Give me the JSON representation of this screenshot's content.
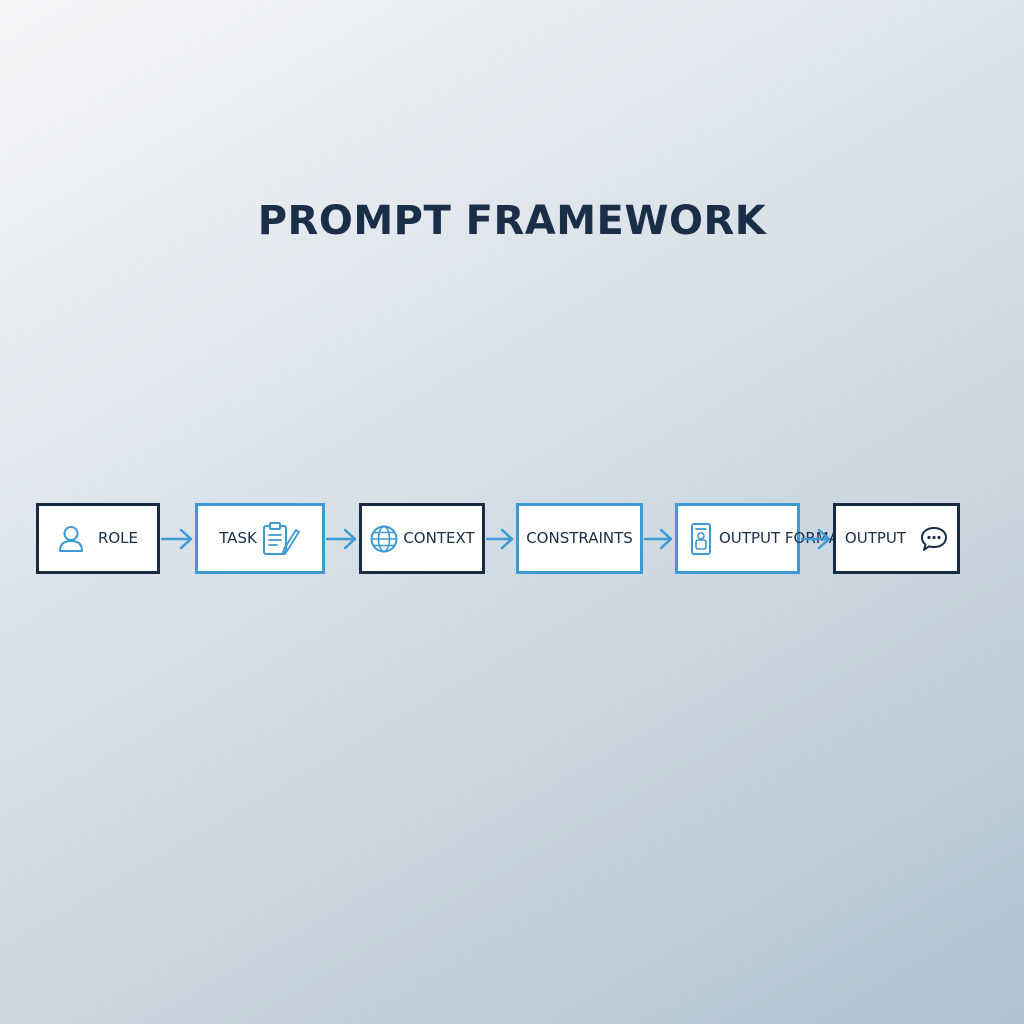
{
  "title": "PROMPT FRAMEWORK",
  "steps": [
    {
      "label": "ROLE",
      "icon": "person-icon"
    },
    {
      "label": "TASK",
      "icon": "clipboard-pen-icon"
    },
    {
      "label": "CONTEXT",
      "icon": "globe-icon"
    },
    {
      "label": "CONSTRAINTS",
      "icon": ""
    },
    {
      "label": "OUTPUT FORMAT",
      "icon": "document-badge-icon"
    },
    {
      "label": "OUTPUT",
      "icon": "speech-bubble-icon"
    }
  ],
  "colors": {
    "title": "#1b2e48",
    "dark_border": "#1a2b44",
    "light_border": "#3d9ad3",
    "arrow": "#3d9ad3",
    "icon": "#3d9ad3"
  }
}
